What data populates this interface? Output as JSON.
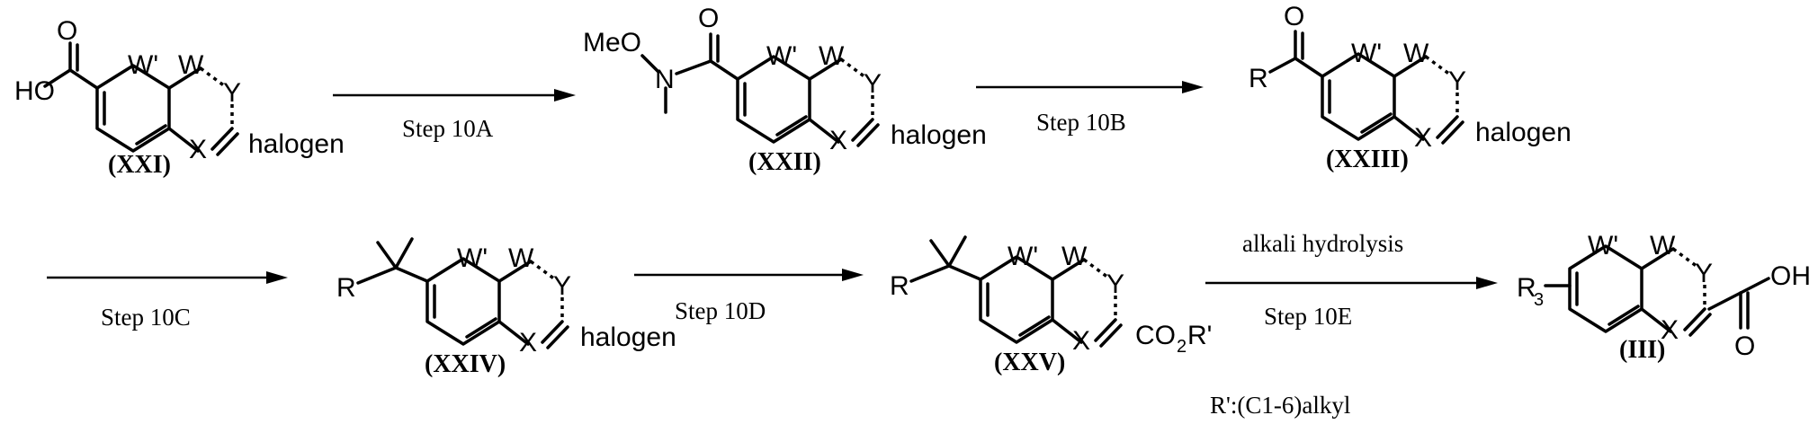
{
  "atoms": {
    "HO": "HO",
    "O": "O",
    "W_prime": "W'",
    "W": "W",
    "Y": "Y",
    "X": "X",
    "halogen": "halogen",
    "MeO": "MeO",
    "N": "N",
    "R": "R",
    "CO2R_prime": "CO",
    "CO2_sub": "2",
    "CO2_R": "R'",
    "R3": "R",
    "R3_sub": "3",
    "OH": "OH"
  },
  "compounds": {
    "XXI": "(XXI)",
    "XXII": "(XXII)",
    "XXIII": "(XXIII)",
    "XXIV": "(XXIV)",
    "XXV": "(XXV)",
    "III": "(III)"
  },
  "steps": {
    "s10A": "Step 10A",
    "s10B": "Step 10B",
    "s10C": "Step 10C",
    "s10D": "Step 10D",
    "s10E": "Step 10E",
    "s10E_reagent": "alkali hydrolysis"
  },
  "notes": {
    "r_prime_def": "R':(C1-6)alkyl"
  }
}
